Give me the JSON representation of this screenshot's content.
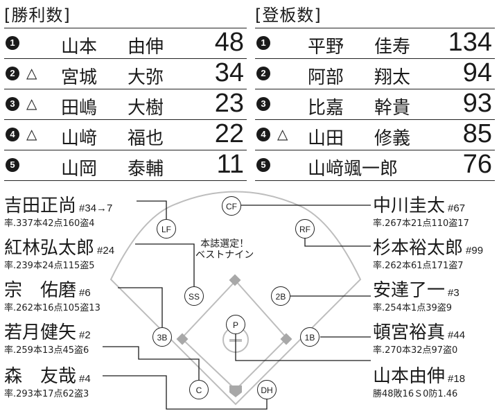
{
  "wins": {
    "title": "[勝利数]",
    "rows": [
      {
        "rank": "1",
        "mark": "",
        "surname": "山本",
        "given": "由伸",
        "value": "48"
      },
      {
        "rank": "2",
        "mark": "△",
        "surname": "宮城",
        "given": "大弥",
        "value": "34"
      },
      {
        "rank": "3",
        "mark": "△",
        "surname": "田嶋",
        "given": "大樹",
        "value": "23"
      },
      {
        "rank": "4",
        "mark": "△",
        "surname": "山﨑",
        "given": "福也",
        "value": "22"
      },
      {
        "rank": "5",
        "mark": "",
        "surname": "山岡",
        "given": "泰輔",
        "value": "11"
      }
    ]
  },
  "appearances": {
    "title": "[登板数]",
    "rows": [
      {
        "rank": "1",
        "mark": "",
        "surname": "平野",
        "given": "佳寿",
        "value": "134"
      },
      {
        "rank": "2",
        "mark": "",
        "surname": "阿部",
        "given": "翔太",
        "value": "94"
      },
      {
        "rank": "3",
        "mark": "",
        "surname": "比嘉",
        "given": "幹貴",
        "value": "93"
      },
      {
        "rank": "4",
        "mark": "△",
        "surname": "山田",
        "given": "修義",
        "value": "85"
      },
      {
        "rank": "5",
        "mark": "",
        "surname": "山﨑颯一郎",
        "given": "",
        "value": "76"
      }
    ]
  },
  "selection_note": {
    "line1": "本誌選定！",
    "line2": "ベストナイン"
  },
  "players": {
    "lf": {
      "name": "吉田正尚",
      "number": "#34→7",
      "stats": "率.337本42点160盗4"
    },
    "ss": {
      "name": "紅林弘太郎",
      "number": "#24",
      "stats": "率.239本24点115盗5"
    },
    "3b": {
      "name": "宗　佑磨",
      "number": "#6",
      "stats": "率.262本16点105盗13"
    },
    "c": {
      "name": "若月健矢",
      "number": "#2",
      "stats": "率.259本13点45盗6"
    },
    "dh": {
      "name": "森　友哉",
      "number": "#4",
      "stats": "率.293本17点62盗3"
    },
    "cf": {
      "name": "中川圭太",
      "number": "#67",
      "stats": "率.267本21点110盗17"
    },
    "rf": {
      "name": "杉本裕太郎",
      "number": "#99",
      "stats": "率.262本61点171盗7"
    },
    "2b": {
      "name": "安達了一",
      "number": "#3",
      "stats": "率.254本1点39盗9"
    },
    "1b": {
      "name": "頓宮裕真",
      "number": "#44",
      "stats": "率.270本32点97盗0"
    },
    "p": {
      "name": "山本由伸",
      "number": "#18",
      "stats": "勝48敗16Ｓ0防1.46"
    }
  },
  "positions": {
    "lf": "LF",
    "cf": "CF",
    "rf": "RF",
    "ss": "SS",
    "2b": "2B",
    "3b": "3B",
    "1b": "1B",
    "p": "P",
    "c": "C",
    "dh": "DH"
  }
}
